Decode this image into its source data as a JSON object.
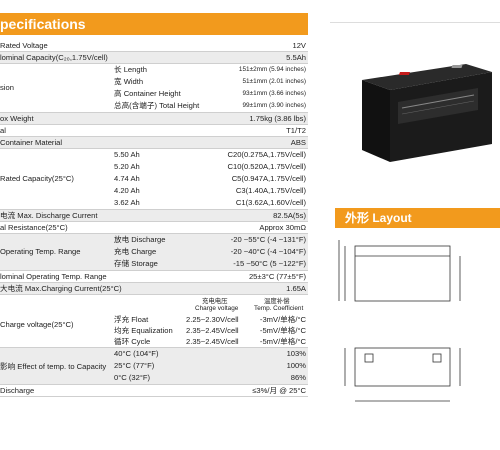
{
  "header": {
    "title": "pecifications"
  },
  "rows": [
    {
      "label": "Rated Voltage",
      "value": "12V"
    },
    {
      "label": "lominal Capacity(C₂₀,1.75V/cell)",
      "value": "5.5Ah"
    },
    {
      "label": "sion",
      "sub": [
        {
          "mid": "长 Length",
          "value": "151±2mm (5.94 inches)"
        },
        {
          "mid": "宽 Width",
          "value": "51±1mm (2.01 inches)"
        },
        {
          "mid": "高 Container Height",
          "value": "93±1mm (3.66 inches)"
        },
        {
          "mid": "总高(含端子) Total Height",
          "value": "99±1mm (3.90 inches)"
        }
      ]
    },
    {
      "label": "ox Weight",
      "value": "1.75kg (3.86 lbs)"
    },
    {
      "label": "al",
      "value": "T1/T2"
    },
    {
      "label": "Container Material",
      "value": "ABS"
    },
    {
      "label": "Rated Capacity(25°C)",
      "sub": [
        {
          "mid": "5.50 Ah",
          "value": "C20(0.275A,1.75V/cell)"
        },
        {
          "mid": "5.20 Ah",
          "value": "C10(0.520A,1.75V/cell)"
        },
        {
          "mid": "4.74 Ah",
          "value": "C5(0.947A,1.75V/cell)"
        },
        {
          "mid": "4.20 Ah",
          "value": "C3(1.40A,1.75V/cell)"
        },
        {
          "mid": "3.62 Ah",
          "value": "C1(3.62A,1.60V/cell)"
        }
      ]
    },
    {
      "label": "电流 Max. Discharge Current",
      "value": "82.5A(5s)"
    },
    {
      "label": "al Resistance(25°C)",
      "value": "Approx 30mΩ"
    },
    {
      "label": "Operating Temp. Range",
      "sub": [
        {
          "mid": "放电 Discharge",
          "value": "-20 ~55°C (-4 ~131°F)"
        },
        {
          "mid": "充电 Charge",
          "value": "-20 ~40°C (-4 ~104°F)"
        },
        {
          "mid": "存储 Storage",
          "value": "-15 ~50°C (5 ~122°F)"
        }
      ]
    },
    {
      "label": "lominal Operating Temp. Range",
      "value": "25±3°C (77±5°F)"
    },
    {
      "label": "大电流 Max.Charging Current(25°C)",
      "value": "1.65A"
    }
  ],
  "charge": {
    "label": "Charge voltage(25°C)",
    "head_voltage": "充电电压",
    "head_voltage_en": "Charge voltage",
    "head_temp": "温度补偿",
    "head_temp_en": "Temp. Coefficient",
    "items": [
      {
        "mid": "浮充 Float",
        "voltage": "2.25~2.30V/cell",
        "temp": "-3mV/单格/°C"
      },
      {
        "mid": "均充 Equalization",
        "voltage": "2.35~2.45V/cell",
        "temp": "-5mV/单格/°C"
      },
      {
        "mid": "循环 Cycle",
        "voltage": "2.35~2.45V/cell",
        "temp": "-5mV/单格/°C"
      }
    ]
  },
  "temp_effect": {
    "label": "影响 Effect of temp. to Capacity",
    "items": [
      {
        "mid": "40°C (104°F)",
        "value": "103%"
      },
      {
        "mid": "25°C (77°F)",
        "value": "100%"
      },
      {
        "mid": "0°C (32°F)",
        "value": "86%"
      }
    ]
  },
  "self_discharge": {
    "label": "Discharge",
    "value": "≤3%/月 @ 25°C"
  },
  "layout": {
    "title": "外形 Layout"
  },
  "colors": {
    "accent": "#f29a1d"
  },
  "icons": {
    "battery": "battery-photo",
    "drawing": "battery-technical-drawing"
  }
}
